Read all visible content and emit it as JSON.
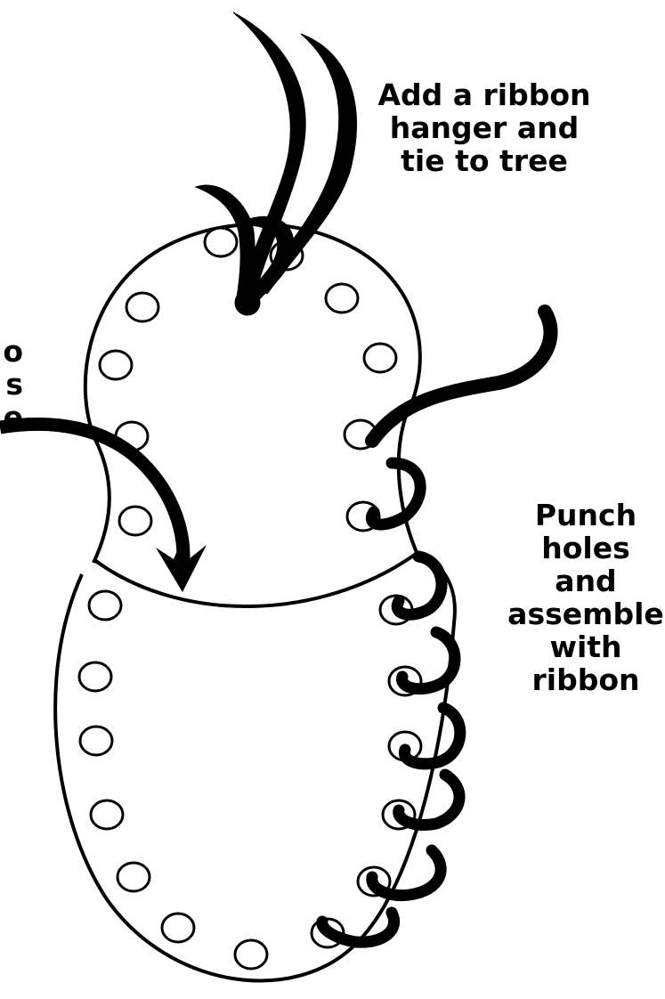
{
  "labels": {
    "hanger": [
      "Add a ribbon",
      "hanger and",
      "tie to tree"
    ],
    "assemble": [
      "Punch",
      "holes",
      "and",
      "assemble",
      "with",
      "ribbon"
    ],
    "left_fragment": [
      "o",
      "s",
      "",
      "e"
    ]
  },
  "colors": {
    "ink": "#000000",
    "paper": "#ffffff"
  }
}
